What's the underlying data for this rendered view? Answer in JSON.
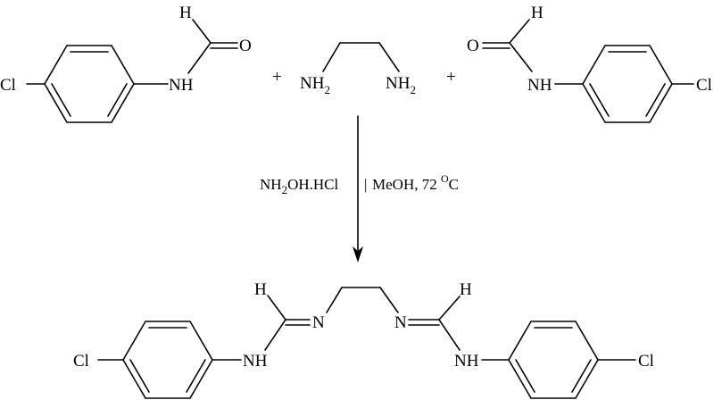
{
  "scheme": {
    "reactant_left": {
      "halogen": "Cl",
      "amide_n": "NH",
      "aldehyde_h": "H",
      "carbonyl_o": "O"
    },
    "plus_1": "+",
    "diamine": {
      "left": {
        "atom": "NH",
        "sub": "2"
      },
      "right": {
        "atom": "NH",
        "sub": "2"
      }
    },
    "plus_2": "+",
    "reactant_right": {
      "halogen": "Cl",
      "amide_n": "NH",
      "aldehyde_h": "H",
      "carbonyl_o": "O"
    },
    "conditions": {
      "reagent_prefix": "NH",
      "reagent_sub": "2",
      "reagent_suffix": "OH.HCl",
      "separator": "|",
      "solvent_temp_prefix": "MeOH, 72 ",
      "temp_sup": "O",
      "temp_unit": "C"
    },
    "product": {
      "left_halogen": "Cl",
      "left_nh": "NH",
      "left_h": "H",
      "left_n": "N",
      "right_n": "N",
      "right_h": "H",
      "right_nh": "NH",
      "right_halogen": "Cl"
    }
  }
}
